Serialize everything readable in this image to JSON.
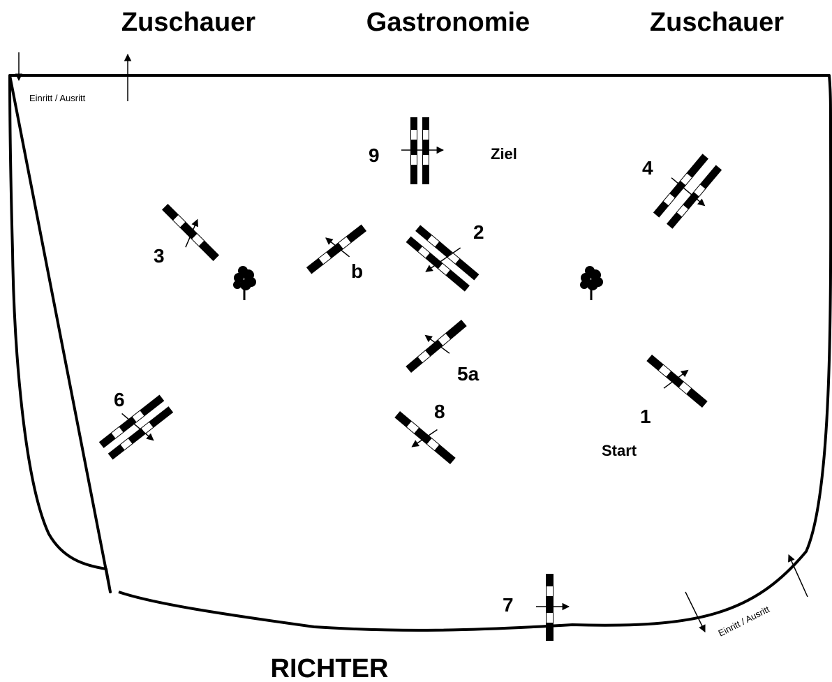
{
  "headers": {
    "left": "Zuschauer",
    "center": "Gastronomie",
    "right": "Zuschauer",
    "bottom": "RICHTER"
  },
  "gates": {
    "top_left": "Einritt / Ausritt",
    "bottom_right": "Einritt / Ausritt"
  },
  "labels": {
    "start": "Start",
    "finish": "Ziel"
  },
  "obstacles": [
    {
      "id": "1",
      "label": "1"
    },
    {
      "id": "2",
      "label": "2"
    },
    {
      "id": "3",
      "label": "3"
    },
    {
      "id": "4",
      "label": "4"
    },
    {
      "id": "5a",
      "label": "5a"
    },
    {
      "id": "5b",
      "label": "b"
    },
    {
      "id": "6",
      "label": "6"
    },
    {
      "id": "7",
      "label": "7"
    },
    {
      "id": "8",
      "label": "8"
    },
    {
      "id": "9",
      "label": "9"
    }
  ],
  "icons": [
    "tree-icon",
    "arrow-icon"
  ]
}
